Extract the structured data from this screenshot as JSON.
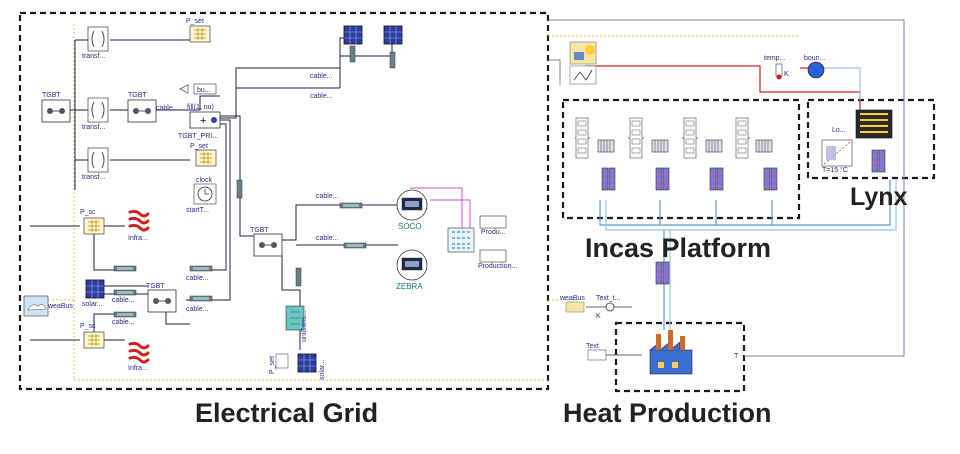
{
  "regions": {
    "electrical_grid": "Electrical Grid",
    "heat_production": "Heat Production",
    "incas_platform": "Incas Platform",
    "lynx": "Lynx"
  },
  "components": {
    "p_set": "P_set",
    "p_sc": "P_sc",
    "tgbt": "TGBT",
    "tgbt_pri": "TGBT_PRI...",
    "cable": "cable...",
    "transf": "transf...",
    "fill": "fill(1, nu)",
    "bu": "bu...",
    "clock": "clock",
    "start": "startT...",
    "infra": "Infra...",
    "solar": "solar...",
    "weabus": "weaBus",
    "soco": "SOCO",
    "zebra": "ZEBRA",
    "produ": "Produ...",
    "solar_production": "Production...",
    "ut_cons": "uniCons...",
    "temp": "temp...",
    "boun": "boun...",
    "k": "K",
    "text_t": "Text_t...",
    "text": "Text",
    "t_lynx": "T=15 °C",
    "weabus_heat": "weaBus",
    "lo": "Lo..."
  },
  "colors": {
    "dashed_border": "#1a1a1a",
    "wire_dark": "#22224a",
    "wire_blue": "#5b9bd5",
    "wire_light_blue": "#9cc3e6",
    "wire_red": "#cc2222",
    "wire_yellow": "#e0c040",
    "wire_purple": "#7070aa",
    "wire_pink": "#d050d0",
    "label_text": "#2a2a8a"
  }
}
